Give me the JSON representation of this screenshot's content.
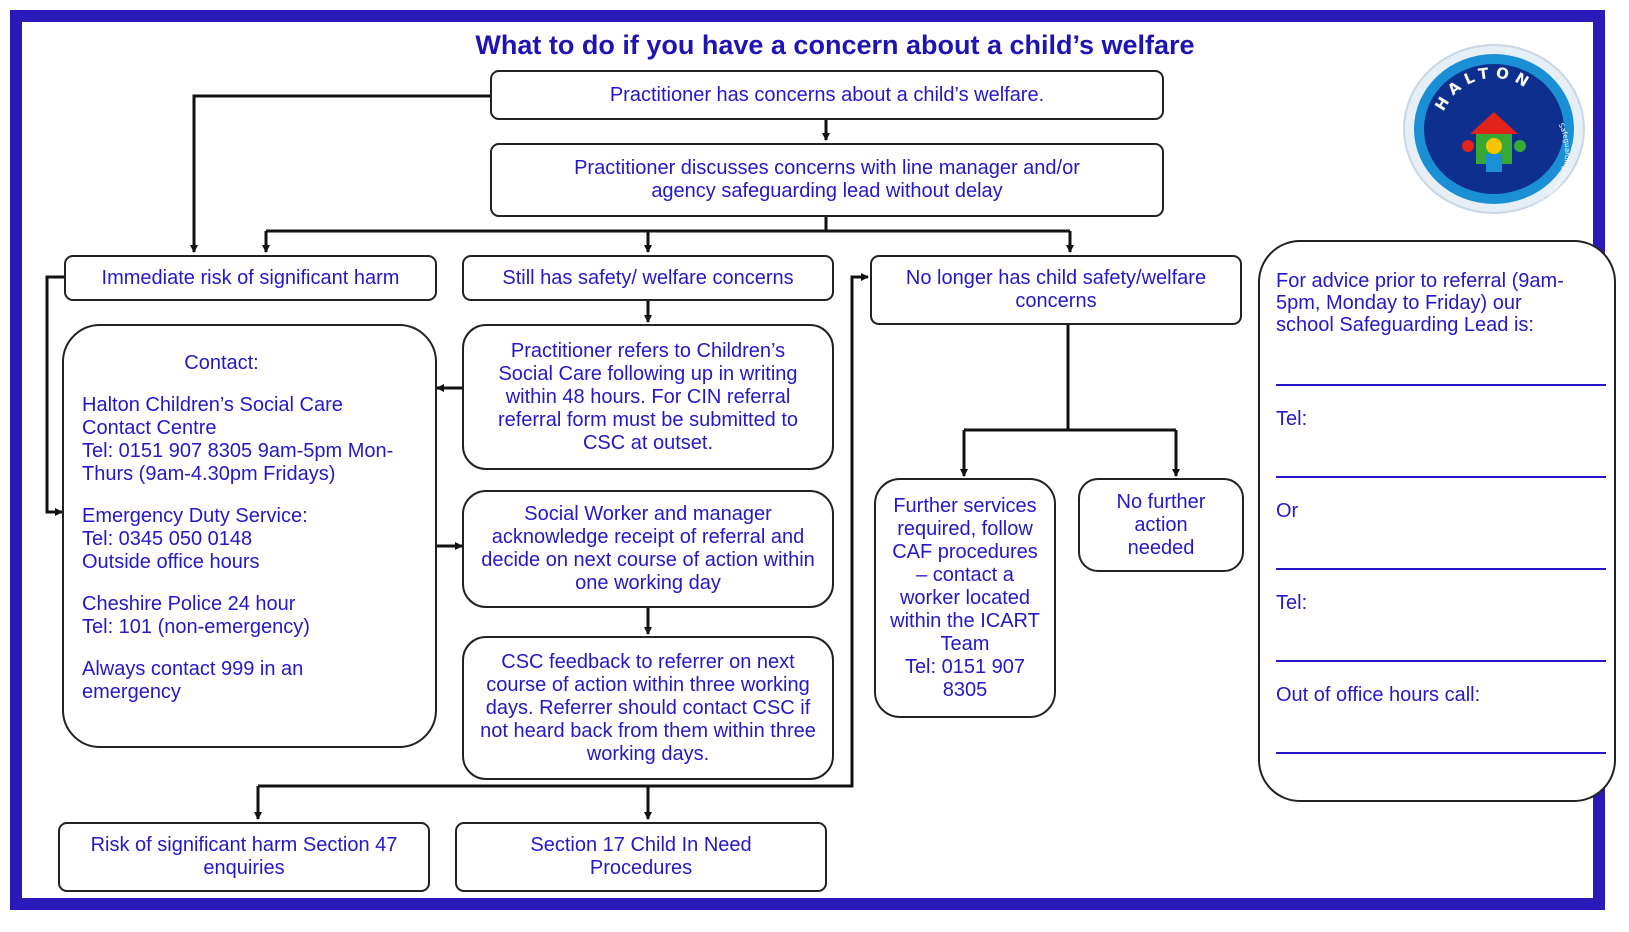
{
  "title": "What to do if you have a concern about a child’s welfare",
  "logo": {
    "text": "HALTON",
    "subtitle": "Safeguarding Children Board",
    "colors": {
      "outer": "#1b8fd6",
      "inner": "#0e2f8e",
      "red": "#e2231a",
      "green": "#36a935",
      "yellow": "#f6c400"
    }
  },
  "boxes": {
    "concerns": [
      "Practitioner has concerns about a child’s welfare."
    ],
    "discuss": [
      "Practitioner discusses concerns with line manager and/or",
      "agency safeguarding lead without delay"
    ],
    "immediate": [
      "Immediate risk of significant harm"
    ],
    "still": [
      "Still has safety/ welfare concerns"
    ],
    "no_longer": [
      "No longer has child safety/welfare",
      "concerns"
    ],
    "contact_title": "Contact:",
    "contact_halton": [
      "Halton Children’s Social Care",
      "Contact Centre",
      "Tel: 0151 907 8305 9am-5pm Mon-",
      "Thurs (9am-4.30pm Fridays)"
    ],
    "contact_eds": [
      "Emergency Duty Service:",
      "Tel: 0345 050 0148",
      "Outside office hours"
    ],
    "contact_police": [
      "Cheshire Police 24 hour",
      "Tel: 101 (non-emergency)"
    ],
    "contact_999": [
      "Always contact 999 in an",
      "emergency"
    ],
    "refers": [
      "Practitioner refers to Children’s",
      "Social Care following up in writing",
      "within 48 hours.  For CIN referral",
      "referral form must be submitted to",
      "CSC at outset."
    ],
    "social_worker": [
      "Social Worker and manager",
      "acknowledge receipt of referral and",
      "decide on next course of action within",
      "one working day"
    ],
    "feedback": [
      "CSC feedback to referrer on next",
      "course of action within three working",
      "days.  Referrer should contact CSC if",
      "not heard back from them within three",
      "working days."
    ],
    "further": [
      "Further services",
      "required, follow",
      "CAF procedures",
      "– contact a",
      "worker located",
      "within the ICART",
      "Team",
      "Tel: 0151 907",
      "8305"
    ],
    "no_further": [
      "No further",
      "action",
      "needed"
    ],
    "section47": [
      "Risk of significant harm Section 47",
      "enquiries"
    ],
    "section17": [
      "Section 17 Child In Need",
      "Procedures"
    ]
  },
  "advice": {
    "intro": [
      "For advice prior to referral (9am-",
      "5pm, Monday to Friday) our",
      "school Safeguarding Lead is:"
    ],
    "tel1": "Tel:",
    "or": "Or",
    "tel2": "Tel:",
    "out_of_hours": "Out of office hours call:"
  }
}
